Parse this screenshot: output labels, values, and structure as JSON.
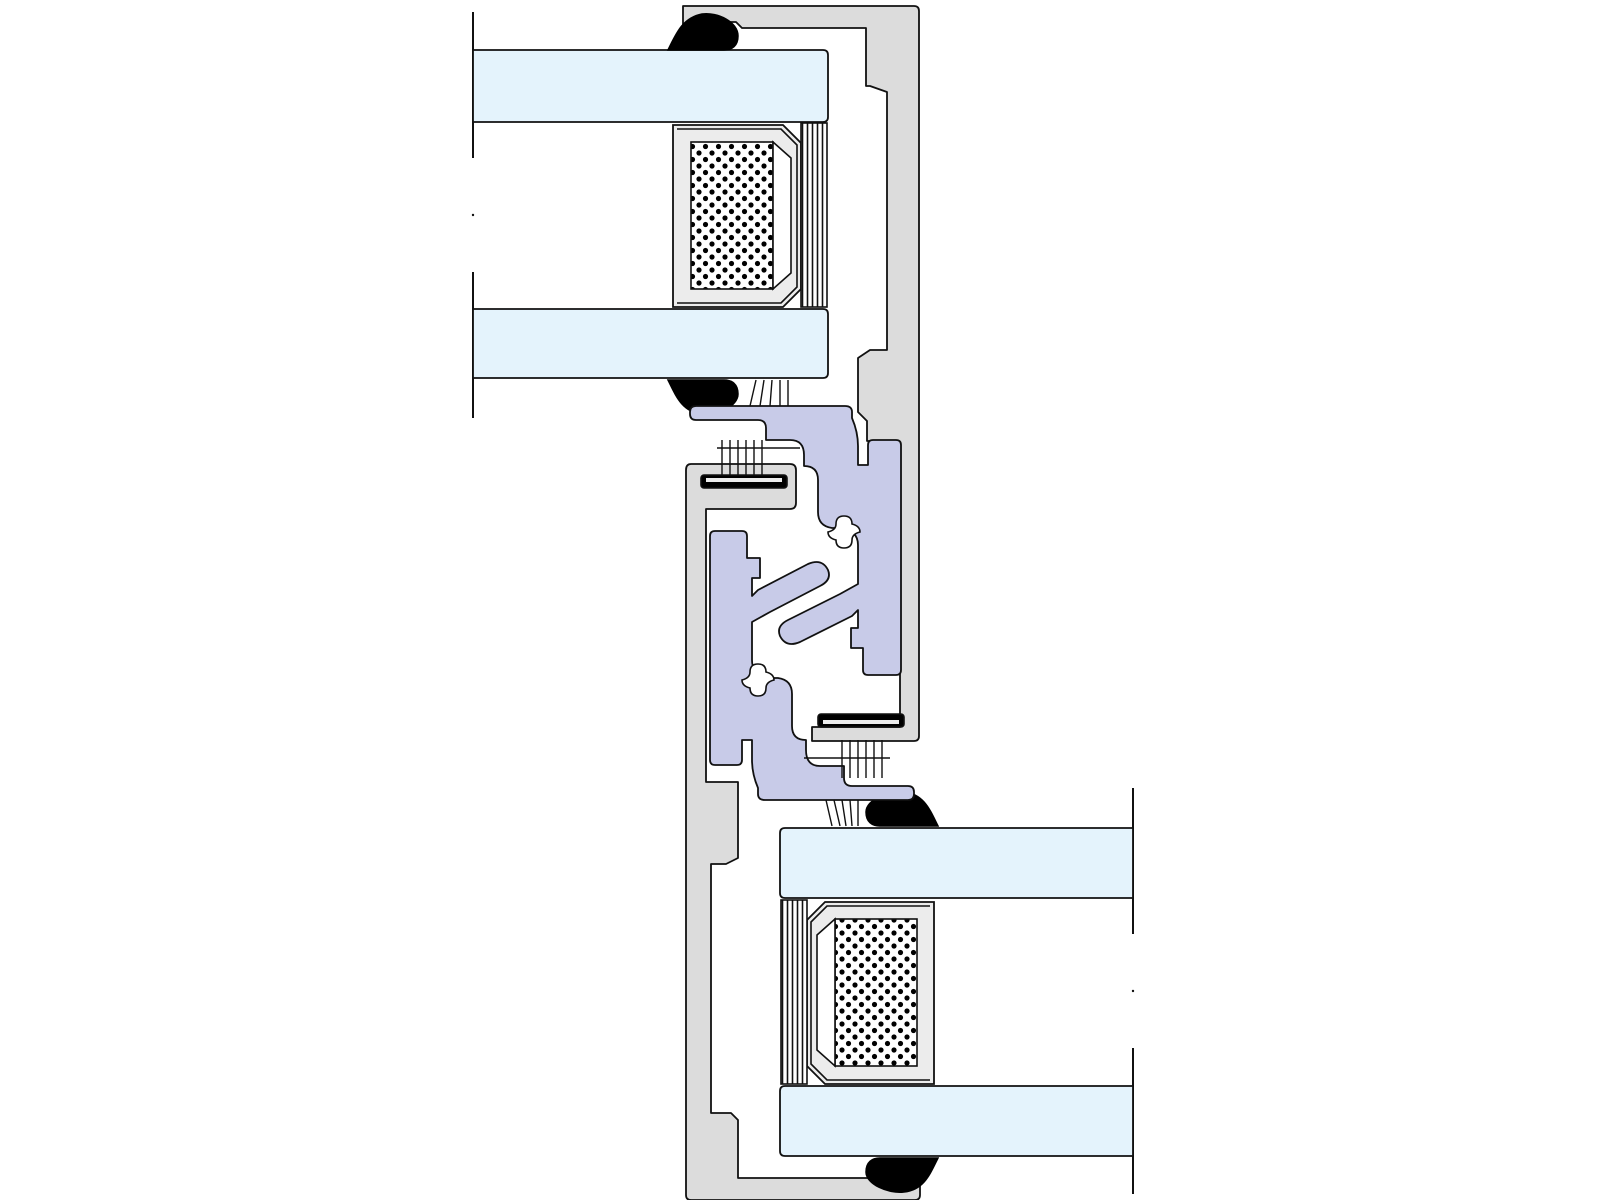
{
  "diagram": {
    "kind": "window-frame-cross-section",
    "labels": []
  },
  "colors": {
    "background": "#ffffff",
    "aluminum": "#dcdcdc",
    "glass": "#e4f3fc",
    "thermal_break": "#c8cbe8",
    "rubber_seal": "#000000",
    "spacer": "#ececec",
    "line": "#111111"
  },
  "components": [
    {
      "name": "outer-frame-profile",
      "material": "aluminum"
    },
    {
      "name": "inner-sash-profile",
      "material": "aluminum"
    },
    {
      "name": "glass-pane",
      "material": "glass",
      "count": 4
    },
    {
      "name": "glazing-spacer",
      "material": "desiccant-filled",
      "count": 2
    },
    {
      "name": "glazing-gasket",
      "material": "rubber",
      "count": 4
    },
    {
      "name": "thermal-break-strip",
      "material": "polyamide",
      "count": 2
    },
    {
      "name": "brush-seal",
      "material": "pile",
      "count": 2
    }
  ]
}
